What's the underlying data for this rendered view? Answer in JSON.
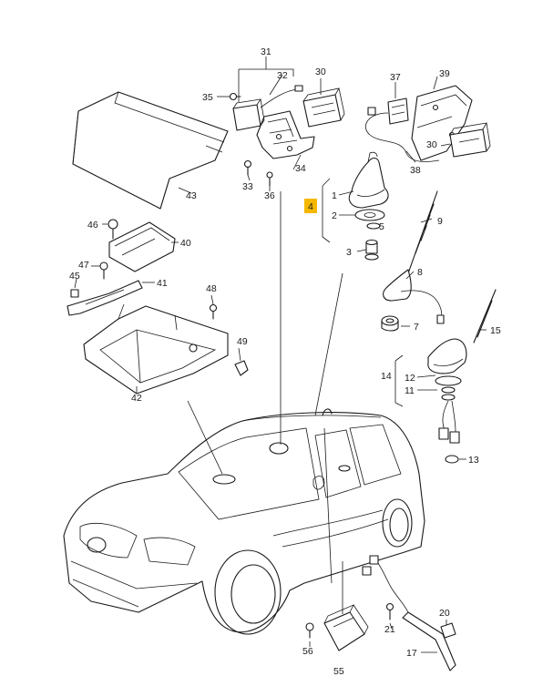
{
  "callouts": {
    "c1": "1",
    "c2": "2",
    "c3": "3",
    "c4": "4",
    "c5": "5",
    "c7": "7",
    "c8": "8",
    "c9": "9",
    "c11": "11",
    "c12": "12",
    "c13": "13",
    "c14": "14",
    "c15": "15",
    "c17": "17",
    "c20": "20",
    "c21": "21",
    "c30a": "30",
    "c30b": "30",
    "c31": "31",
    "c32": "32",
    "c33": "33",
    "c34": "34",
    "c35": "35",
    "c36": "36",
    "c37": "37",
    "c38": "38",
    "c39": "39",
    "c40": "40",
    "c41": "41",
    "c42": "42",
    "c43": "43",
    "c45": "45",
    "c46": "46",
    "c47": "47",
    "c48": "48",
    "c49": "49",
    "c55": "55",
    "c56": "56"
  },
  "highlight": {
    "callout": "4",
    "color": "#f5b800"
  }
}
